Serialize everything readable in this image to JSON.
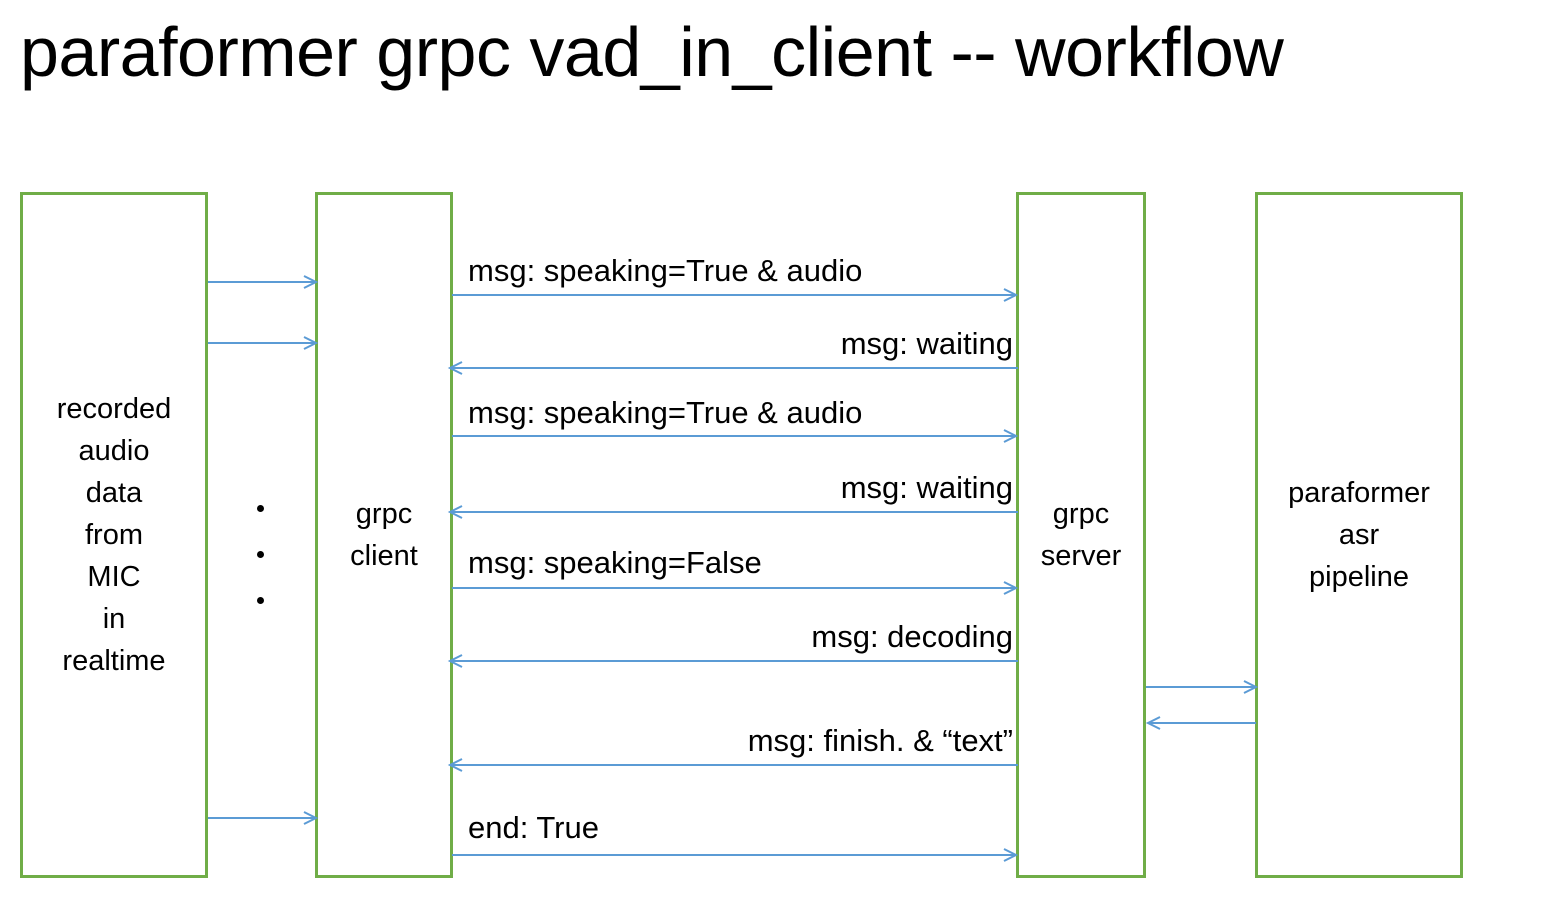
{
  "diagram": {
    "title": "paraformer grpc vad_in_client -- workflow",
    "colors": {
      "box_border": "#70AD47",
      "arrow": "#5B9BD5",
      "text": "#000000",
      "background": "#FFFFFF"
    },
    "nodes": [
      {
        "id": "mic",
        "label": "recorded\naudio\ndata\nfrom\nMIC\nin\nrealtime"
      },
      {
        "id": "client",
        "label": "grpc\nclient"
      },
      {
        "id": "server",
        "label": "grpc\nserver"
      },
      {
        "id": "pipeline",
        "label": "paraformer\nasr\npipeline"
      }
    ],
    "ellipsis": {
      "name": "vertical-ellipsis",
      "dots": 3
    },
    "messages": [
      {
        "id": "m1",
        "label": "msg: speaking=True & audio",
        "from": "client",
        "to": "server",
        "direction": "right",
        "align": "left"
      },
      {
        "id": "m2",
        "label": "msg: waiting",
        "from": "server",
        "to": "client",
        "direction": "left",
        "align": "right"
      },
      {
        "id": "m3",
        "label": "msg: speaking=True & audio",
        "from": "client",
        "to": "server",
        "direction": "right",
        "align": "left"
      },
      {
        "id": "m4",
        "label": "msg: waiting",
        "from": "server",
        "to": "client",
        "direction": "left",
        "align": "right"
      },
      {
        "id": "m5",
        "label": "msg: speaking=False",
        "from": "client",
        "to": "server",
        "direction": "right",
        "align": "left"
      },
      {
        "id": "m6",
        "label": "msg: decoding",
        "from": "server",
        "to": "client",
        "direction": "left",
        "align": "right"
      },
      {
        "id": "m7",
        "label": "msg: finish. &  “text”",
        "from": "server",
        "to": "client",
        "direction": "left",
        "align": "right"
      },
      {
        "id": "m8",
        "label": "end: True",
        "from": "client",
        "to": "server",
        "direction": "right",
        "align": "left"
      }
    ],
    "unlabeled_arrows": [
      {
        "id": "a1",
        "from": "mic",
        "to": "client",
        "direction": "right"
      },
      {
        "id": "a2",
        "from": "mic",
        "to": "client",
        "direction": "right"
      },
      {
        "id": "a3",
        "from": "mic",
        "to": "client",
        "direction": "right"
      },
      {
        "id": "a4",
        "from": "server",
        "to": "pipeline",
        "direction": "right"
      },
      {
        "id": "a5",
        "from": "pipeline",
        "to": "server",
        "direction": "left"
      }
    ]
  }
}
